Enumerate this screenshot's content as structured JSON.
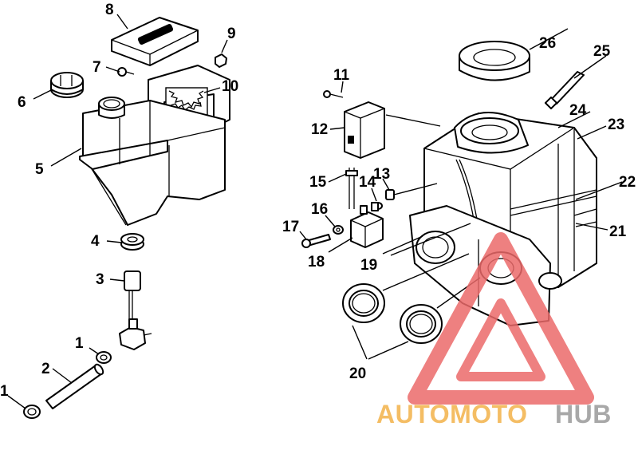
{
  "callouts": {
    "c1a": "1",
    "c1b": "1",
    "c2": "2",
    "c3": "3",
    "c4": "4",
    "c5": "5",
    "c6": "6",
    "c7": "7",
    "c8": "8",
    "c9": "9",
    "c10": "10",
    "c11": "11",
    "c12": "12",
    "c13": "13",
    "c14": "14",
    "c15": "15",
    "c16": "16",
    "c17": "17",
    "c18": "18",
    "c19": "19",
    "c20": "20",
    "c21": "21",
    "c22": "22",
    "c23": "23",
    "c24": "24",
    "c25": "25",
    "c26": "26"
  },
  "watermark": {
    "part1": "AUTOMOTO",
    "part2": "HUB",
    "color1": "#f3b24a",
    "color2": "#9a9a9a",
    "logo_color": "#ec6a6a"
  }
}
